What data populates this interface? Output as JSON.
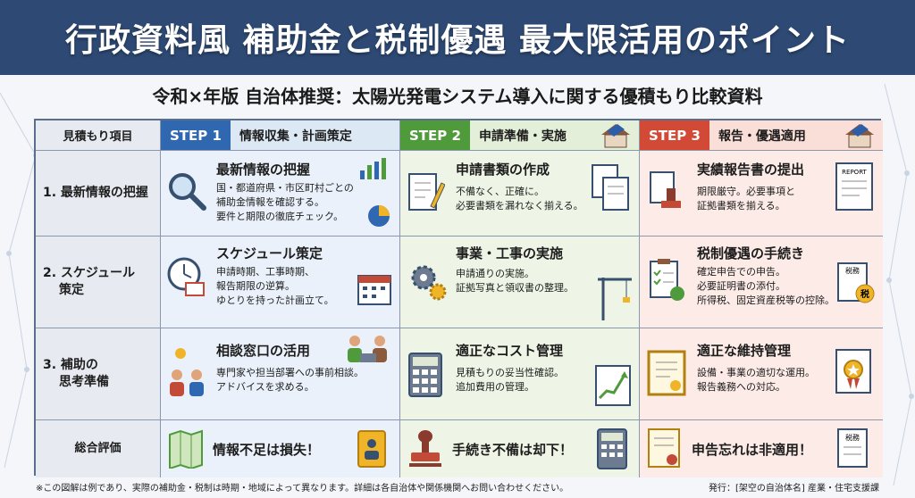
{
  "title": "行政資料風 補助金と税制優遇 最大限活用のポイント",
  "subtitle": "令和×年版 自治体推奨：太陽光発電システム導入に関する優積もり比較資料",
  "header": {
    "item_label": "見積もり項目",
    "steps": [
      {
        "tag": "STEP 1",
        "title": "情報収集・計画策定",
        "color": "#2f67b0"
      },
      {
        "tag": "STEP 2",
        "title": "申請準備・実施",
        "color": "#4f9a3a"
      },
      {
        "tag": "STEP 3",
        "title": "報告・優遇適用",
        "color": "#d24a36"
      }
    ]
  },
  "rows": [
    {
      "label": "1. 最新情報の把握",
      "cells": [
        {
          "title": "最新情報の把握",
          "body": [
            "国・都道府県・市区町村ごとの",
            "補助金情報を確認する。",
            "要件と期限の徹底チェック。"
          ],
          "icons": [
            "magnifier-icon",
            "bar-chart-icon",
            "pie-chart-icon"
          ]
        },
        {
          "title": "申請書類の作成",
          "body": [
            "不備なく、正確に。",
            "必要書類を漏れなく揃える。"
          ],
          "icons": [
            "document-pen-icon",
            "documents-icon"
          ]
        },
        {
          "title": "実績報告書の提出",
          "body": [
            "期限厳守。必要事項と",
            "証拠書類を揃える。"
          ],
          "icons": [
            "stamp-icon",
            "report-icon"
          ]
        }
      ]
    },
    {
      "label": "2. スケジュール 策定",
      "label_lines": [
        "2. スケジュール",
        "策定"
      ],
      "cells": [
        {
          "title": "スケジュール策定",
          "body": [
            "申請時期、工事時期、",
            "報告期限の逆算。",
            "ゆとりを持った計画立て。"
          ],
          "icons": [
            "clock-icon",
            "calendar-icon"
          ]
        },
        {
          "title": "事業・工事の実施",
          "body": [
            "申請通りの実施。",
            "証拠写真と領収書の整理。"
          ],
          "icons": [
            "gears-icon",
            "crane-icon",
            "meter-icon"
          ]
        },
        {
          "title": "税制優遇の手続き",
          "body": [
            "確定申告での申告。",
            "必要証明書の添付。",
            "所得税、固定資産税等の控除。"
          ],
          "icons": [
            "checklist-icon",
            "tax-document-icon"
          ]
        }
      ]
    },
    {
      "label": "3. 補助の 思考準備",
      "label_lines": [
        "3. 補助の",
        "思考準備"
      ],
      "cells": [
        {
          "title": "相談窓口の活用",
          "body": [
            "専門家や担当部署への事前相談。",
            "アドバイスを求める。"
          ],
          "icons": [
            "people-icon",
            "lightbulb-icon"
          ]
        },
        {
          "title": "適正なコスト管理",
          "body": [
            "見積もりの妥当性確認。",
            "追加費用の管理。"
          ],
          "icons": [
            "calculator-icon",
            "growth-chart-icon"
          ]
        },
        {
          "title": "適正な維持管理",
          "body": [
            "設備・事業の適切な運用。",
            "報告義務への対応。"
          ],
          "icons": [
            "certificate-icon"
          ]
        }
      ]
    }
  ],
  "summary": {
    "label": "総合評価",
    "items": [
      {
        "text": "情報不足は損失！",
        "icons": [
          "map-icon",
          "address-book-icon"
        ]
      },
      {
        "text": "手続き不備は却下！",
        "icons": [
          "stamp-icon",
          "calculator-icon"
        ]
      },
      {
        "text": "申告忘れは非適用！",
        "icons": [
          "certificate-icon",
          "tax-document-icon"
        ]
      }
    ]
  },
  "footer": {
    "note": "※この図解は例であり、実際の補助金・税制は時期・地域によって異なります。詳細は各自治体や関係機関へお問い合わせください。",
    "issuer": "発行：[架空の自治体名] 産業・住宅支援課"
  },
  "icon_labels": {
    "report": "REPORT",
    "tax": "税務",
    "tax_seal": "税",
    "tax_sum": "税務"
  }
}
